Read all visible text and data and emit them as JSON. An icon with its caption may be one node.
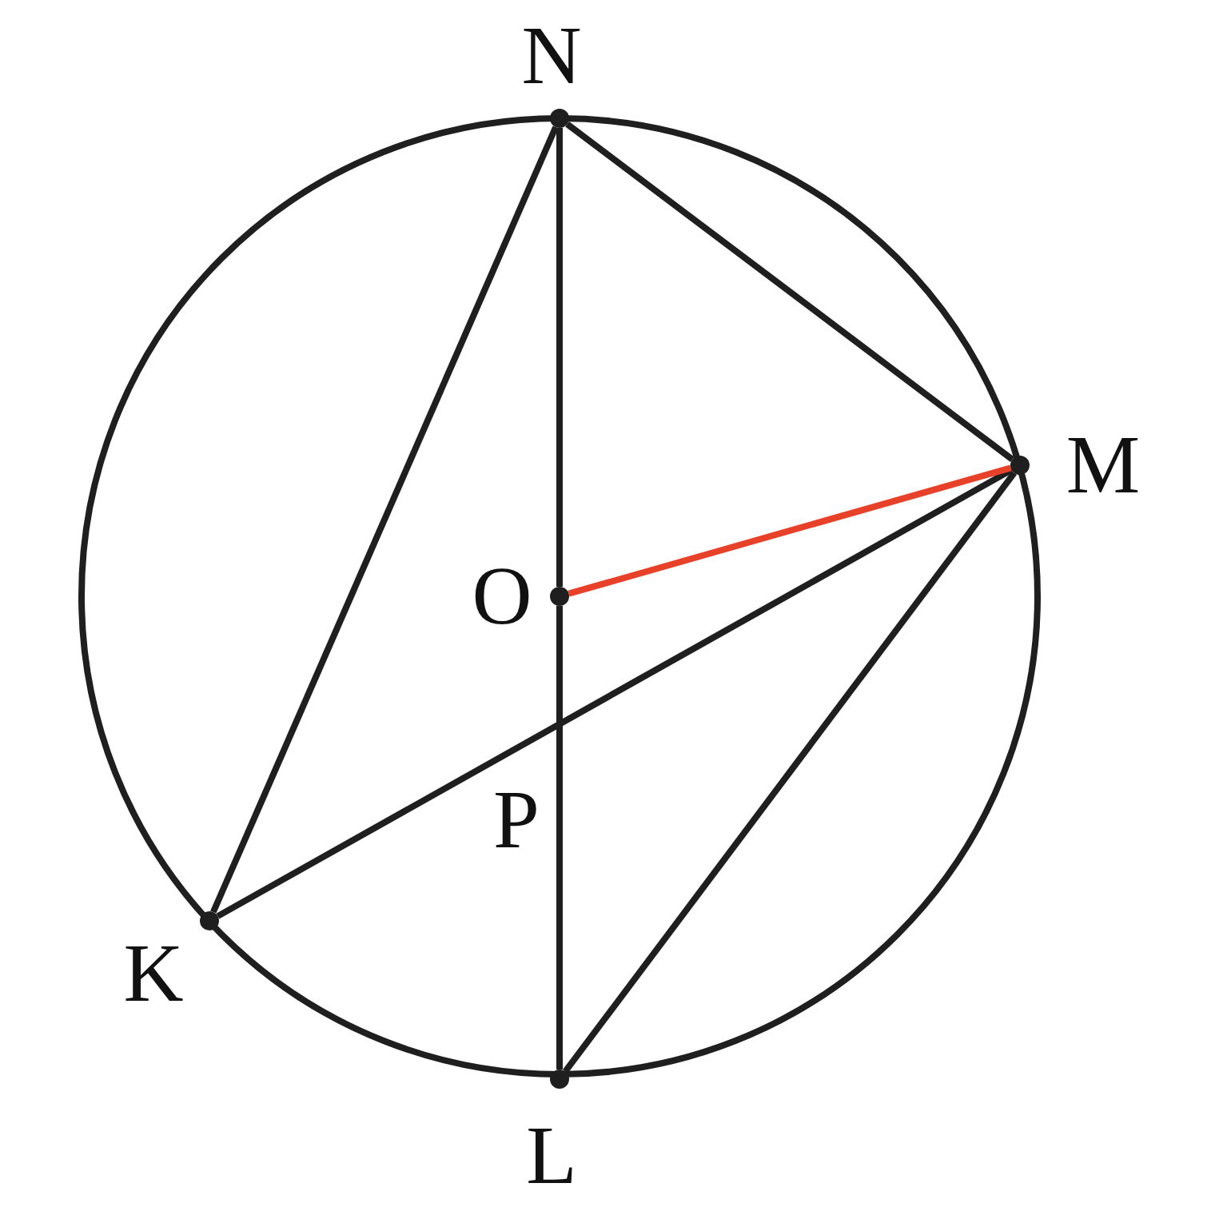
{
  "diagram": {
    "nodes": [
      {
        "text": [],
        "shape": "circle",
        "beside": [
          "N"
        ]
      },
      {
        "text": [],
        "shape": "circle",
        "beside": [
          "M"
        ]
      },
      {
        "text": [],
        "shape": "circle",
        "beside": [
          "O"
        ]
      },
      {
        "text": [],
        "shape": "circle",
        "beside": [
          "K"
        ]
      },
      {
        "text": [],
        "shape": "circle",
        "beside": [
          "L"
        ]
      }
    ],
    "edges": [
      {
        "from": 0,
        "to": 2,
        "arrow": "none"
      },
      {
        "from": 2,
        "to": 4,
        "arrow": "none"
      },
      {
        "from": 0,
        "to": 1,
        "arrow": "none"
      },
      {
        "from": 0,
        "to": 3,
        "arrow": "none"
      },
      {
        "from": 3,
        "to": 1,
        "arrow": "none"
      },
      {
        "from": 1,
        "to": 4,
        "arrow": "none"
      },
      {
        "from": 2,
        "to": 1,
        "arrow": "none",
        "color": "#e8412a"
      }
    ],
    "labels": [
      "P"
    ]
  }
}
